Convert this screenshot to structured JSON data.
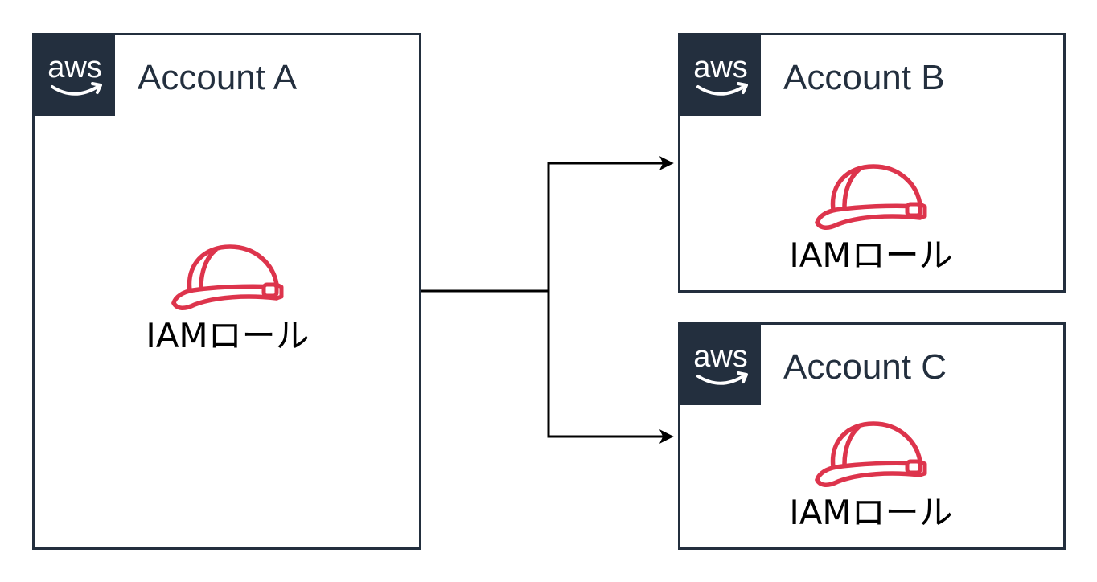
{
  "accounts": [
    {
      "id": "a",
      "title": "Account A",
      "badge_text": "aws",
      "role_label": "IAMロール"
    },
    {
      "id": "b",
      "title": "Account B",
      "badge_text": "aws",
      "role_label": "IAMロール"
    },
    {
      "id": "c",
      "title": "Account C",
      "badge_text": "aws",
      "role_label": "IAMロール"
    }
  ],
  "connections": [
    {
      "from": "Account A",
      "to": "Account B"
    },
    {
      "from": "Account A",
      "to": "Account C"
    }
  ],
  "colors": {
    "aws_dark": "#232f3e",
    "iam_red": "#dd344c",
    "line": "#000000"
  },
  "icons": [
    "aws-logo-icon",
    "hard-hat-icon"
  ]
}
